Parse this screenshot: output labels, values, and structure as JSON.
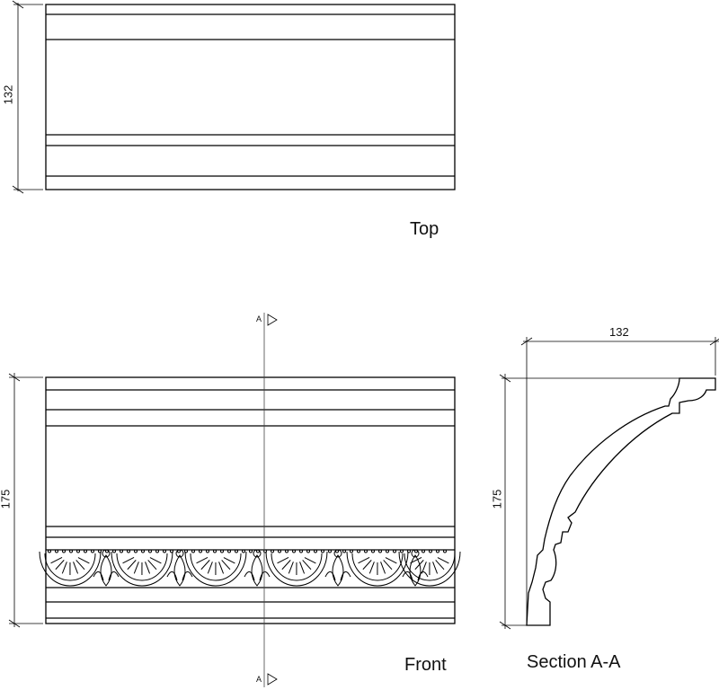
{
  "views": {
    "top": {
      "label": "Top",
      "width_dim": "132"
    },
    "front": {
      "label": "Front",
      "height_dim": "175"
    },
    "section": {
      "label": "Section A-A",
      "width_dim": "132",
      "height_dim": "175"
    }
  },
  "cut_marker": {
    "letter": "A"
  }
}
